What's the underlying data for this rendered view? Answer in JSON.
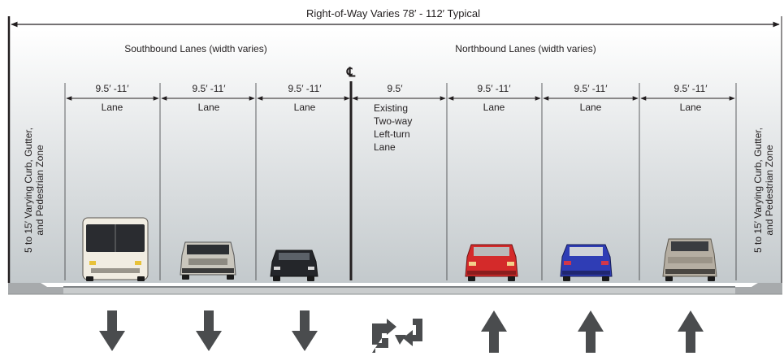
{
  "title": "Right-of-Way Varies 78′ - 112′ Typical",
  "centerline_symbol": "℄",
  "groups": {
    "southbound": "Southbound Lanes (width varies)",
    "northbound": "Northbound Lanes (width varies)"
  },
  "side_zone": {
    "line1": "5 to 15′ Varying Curb, Gutter,",
    "line2": "and Pedestrian Zone"
  },
  "lanes": [
    {
      "width": "9.5′ -11′",
      "label": "Lane",
      "direction": "south",
      "vehicle": "bus-icon",
      "arrow": "arrow-down-icon"
    },
    {
      "width": "9.5′ -11′",
      "label": "Lane",
      "direction": "south",
      "vehicle": "suv-icon",
      "arrow": "arrow-down-icon"
    },
    {
      "width": "9.5′ -11′",
      "label": "Lane",
      "direction": "south",
      "vehicle": "sedan-icon",
      "arrow": "arrow-down-icon"
    },
    {
      "width": "9.5′",
      "label_lines": [
        "Existing",
        "Two-way",
        "Left-turn",
        "Lane"
      ],
      "direction": "two-way-left-turn",
      "arrow": "two-way-turn-arrow-icon"
    },
    {
      "width": "9.5′ -11′",
      "label": "Lane",
      "direction": "north",
      "vehicle": "red-car-icon",
      "arrow": "arrow-up-icon"
    },
    {
      "width": "9.5′ -11′",
      "label": "Lane",
      "direction": "north",
      "vehicle": "blue-car-icon",
      "arrow": "arrow-up-icon"
    },
    {
      "width": "9.5′ -11′",
      "label": "Lane",
      "direction": "north",
      "vehicle": "pickup-icon",
      "arrow": "arrow-up-icon"
    }
  ],
  "colors": {
    "sky_top": "#ffffff",
    "sky_bottom": "#c5cbce",
    "ink": "#231f20",
    "pavement": "#a7aaac",
    "arrow": "#4a4c4e",
    "red_car": "#d42a2a",
    "blue_car": "#2f3db5",
    "tan_truck": "#b5aea2"
  }
}
